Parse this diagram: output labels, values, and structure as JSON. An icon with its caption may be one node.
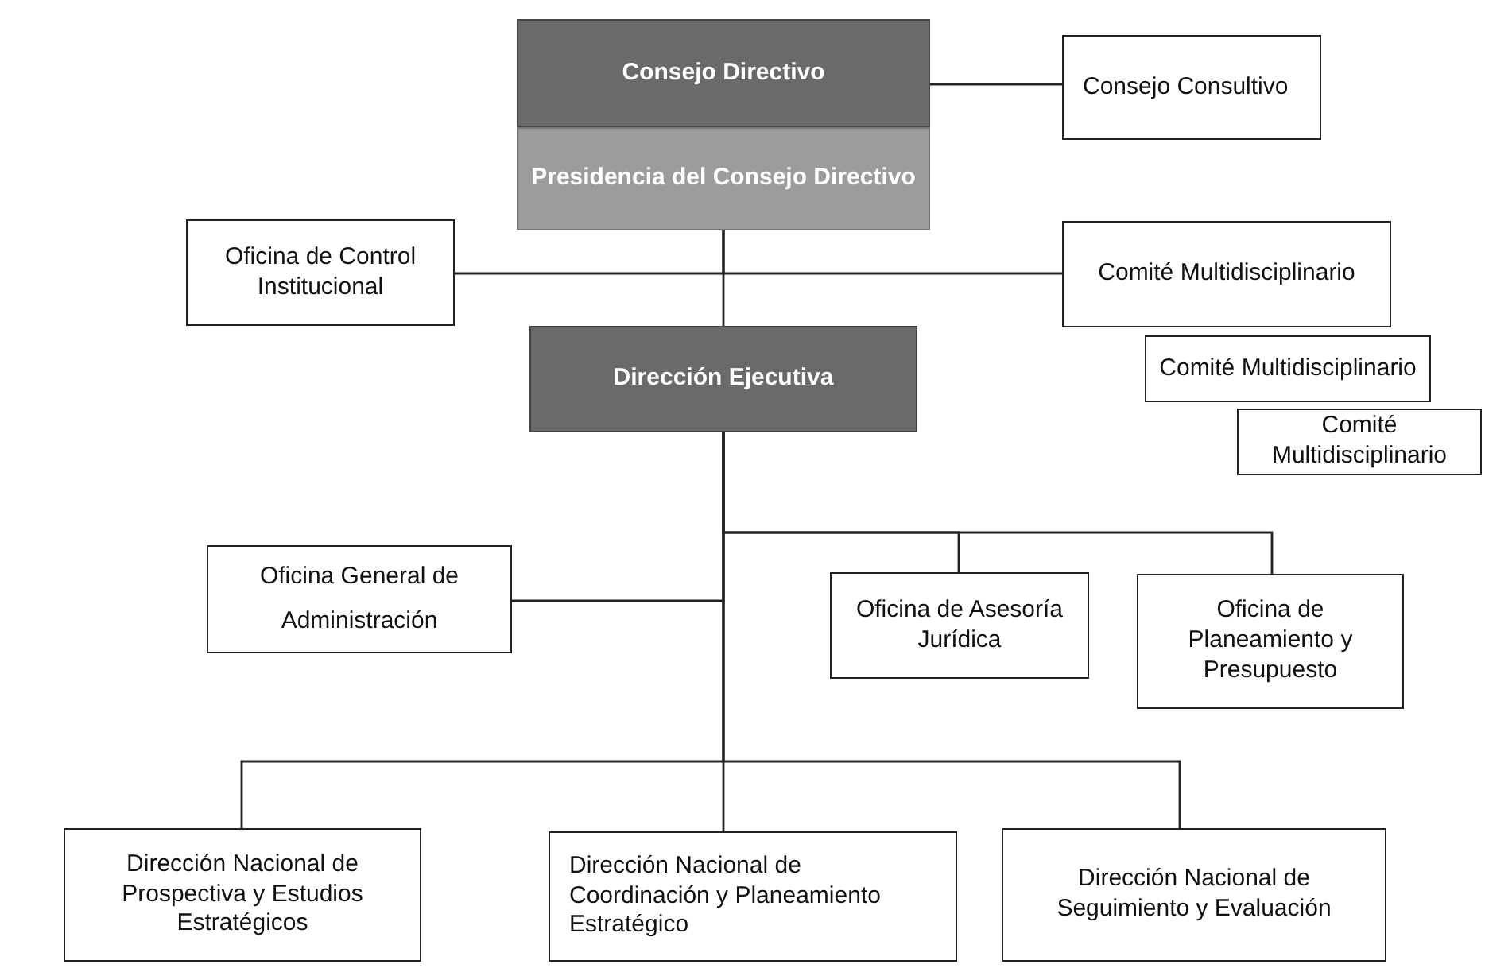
{
  "diagram": {
    "nodes": [
      {
        "text": [
          "Consejo Directivo"
        ]
      },
      {
        "text": [
          "Presidencia del Consejo Directivo"
        ]
      },
      {
        "text": [
          "Consejo Consultivo"
        ]
      },
      {
        "text": [
          "Oficina de Control Institucional"
        ]
      },
      {
        "text": [
          "Comité Multidisciplinario"
        ]
      },
      {
        "text": [
          "Comité Multidisciplinario"
        ]
      },
      {
        "text": [
          "Comité Multidisciplinario"
        ]
      },
      {
        "text": [
          "Dirección Ejecutiva"
        ]
      },
      {
        "text": [
          "Oficina General de Administración"
        ]
      },
      {
        "text": [
          "Oficina de Asesoría Jurídica"
        ]
      },
      {
        "text": [
          "Oficina de Planeamiento y Presupuesto"
        ]
      },
      {
        "text": [
          "Dirección Nacional de Prospectiva y Estudios Estratégicos"
        ]
      },
      {
        "text": [
          "Dirección Nacional de Coordinación y Planeamiento Estratégico"
        ]
      },
      {
        "text": [
          "Dirección Nacional de Seguimiento y Evaluación"
        ]
      }
    ],
    "edges": [
      {
        "from": 0,
        "to": 2,
        "arrow": "none"
      },
      {
        "from": 1,
        "to": 3,
        "arrow": "none"
      },
      {
        "from": 1,
        "to": 4,
        "arrow": "none"
      },
      {
        "from": 1,
        "to": 7,
        "arrow": "none"
      },
      {
        "from": 7,
        "to": 8,
        "arrow": "none"
      },
      {
        "from": 7,
        "to": 9,
        "arrow": "none"
      },
      {
        "from": 7,
        "to": 10,
        "arrow": "none"
      },
      {
        "from": 7,
        "to": 11,
        "arrow": "none"
      },
      {
        "from": 7,
        "to": 12,
        "arrow": "none"
      },
      {
        "from": 7,
        "to": 13,
        "arrow": "none"
      }
    ]
  }
}
